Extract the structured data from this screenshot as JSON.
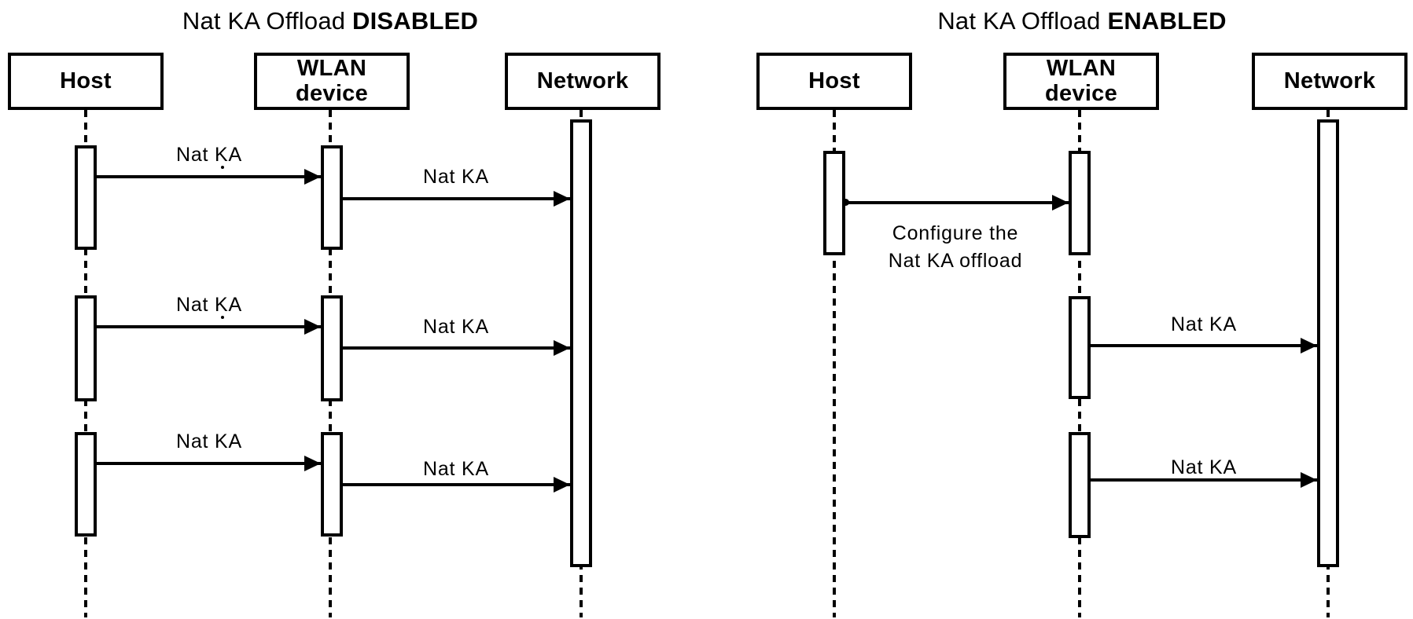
{
  "canvas": {
    "background": "#ffffff",
    "ink": "#000000"
  },
  "diagrams": [
    {
      "id": "nat-ka-offload-disabled",
      "title": {
        "prefix": "Nat KA Offload ",
        "emphasis": "DISABLED"
      },
      "actors": [
        {
          "label": "Host"
        },
        {
          "label": "WLAN\ndevice"
        },
        {
          "label": "Network"
        }
      ],
      "messages": [
        {
          "from": "Host",
          "to": "WLAN device",
          "label": "Nat KA"
        },
        {
          "from": "WLAN device",
          "to": "Network",
          "label": "Nat KA"
        },
        {
          "from": "Host",
          "to": "WLAN device",
          "label": "Nat KA"
        },
        {
          "from": "WLAN device",
          "to": "Network",
          "label": "Nat KA"
        },
        {
          "from": "Host",
          "to": "WLAN device",
          "label": "Nat KA"
        },
        {
          "from": "WLAN device",
          "to": "Network",
          "label": "Nat KA"
        }
      ]
    },
    {
      "id": "nat-ka-offload-enabled",
      "title": {
        "prefix": "Nat KA Offload ",
        "emphasis": "ENABLED"
      },
      "actors": [
        {
          "label": "Host"
        },
        {
          "label": "WLAN\ndevice"
        },
        {
          "label": "Network"
        }
      ],
      "messages": [
        {
          "from": "Host",
          "to": "WLAN device",
          "label": "Configure the\nNat KA offload"
        },
        {
          "from": "WLAN device",
          "to": "Network",
          "label": "Nat KA"
        },
        {
          "from": "WLAN device",
          "to": "Network",
          "label": "Nat KA"
        }
      ]
    }
  ]
}
